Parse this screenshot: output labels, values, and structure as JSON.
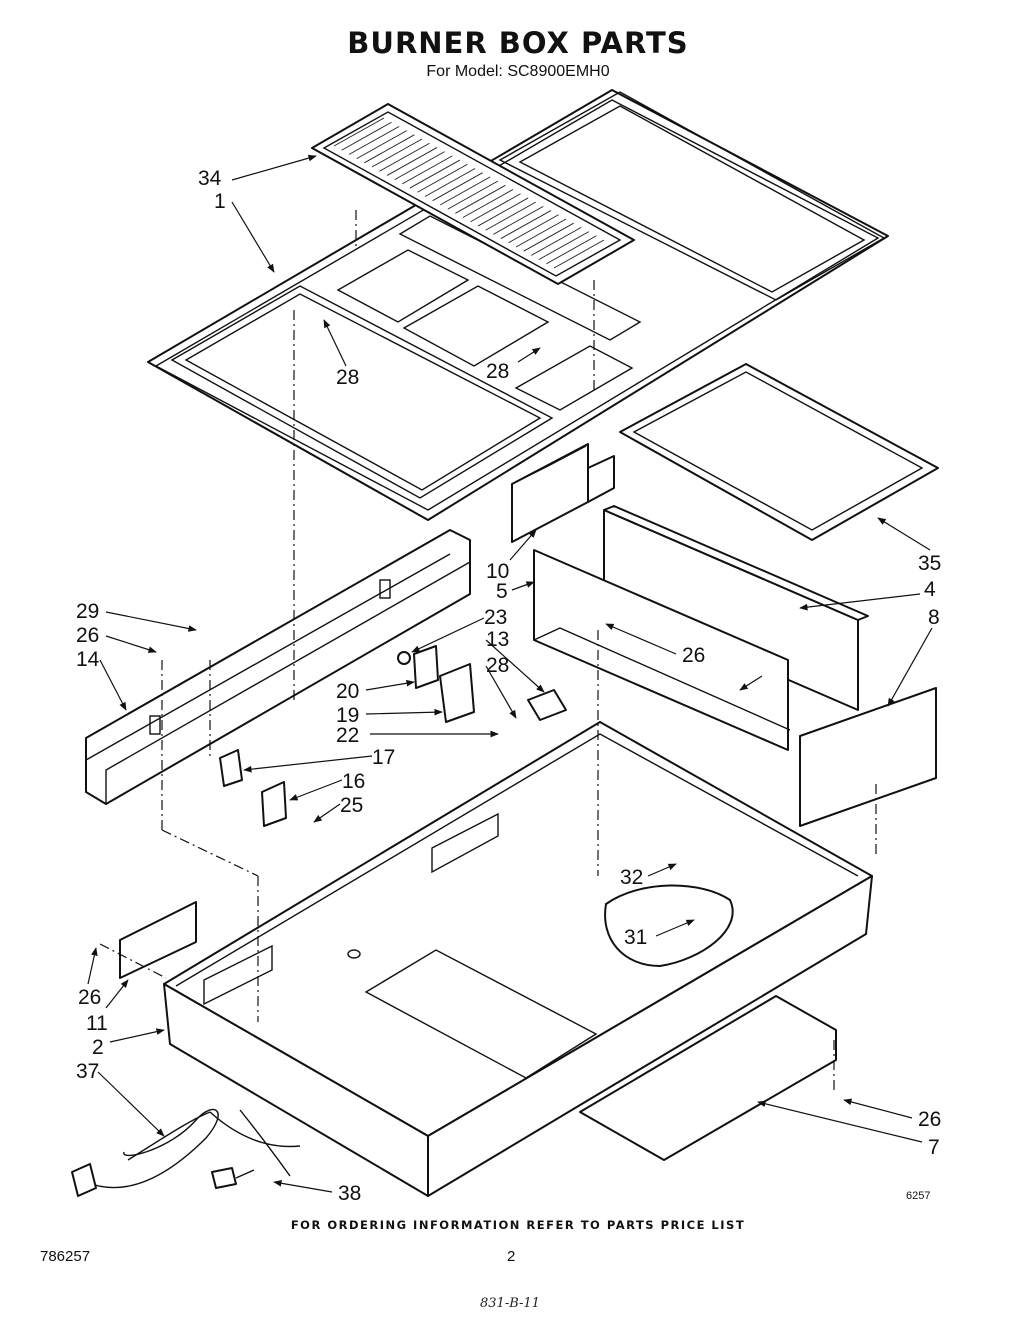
{
  "header": {
    "title": "BURNER BOX PARTS",
    "model": "For Model: SC8900EMH0"
  },
  "footer": {
    "ordering_note": "FOR ORDERING INFORMATION REFER TO PARTS PRICE LIST",
    "doc_number": "786257",
    "page_number": "2",
    "handwritten_code": "831-B-11",
    "drawing_code": "6257"
  },
  "callouts": {
    "c34": "34",
    "c1": "1",
    "c28a": "28",
    "c28b": "28",
    "c35": "35",
    "c10": "10",
    "c5": "5",
    "c4": "4",
    "c8": "8",
    "c29": "29",
    "c26a": "26",
    "c14": "14",
    "c23": "23",
    "c13": "13",
    "c26b": "26",
    "c28c": "28",
    "c20": "20",
    "c19": "19",
    "c22": "22",
    "c17": "17",
    "c16": "16",
    "c25": "25",
    "c32": "32",
    "c31": "31",
    "c26c": "26",
    "c11": "11",
    "c2": "2",
    "c37": "37",
    "c38": "38",
    "c26d": "26",
    "c7": "7"
  }
}
